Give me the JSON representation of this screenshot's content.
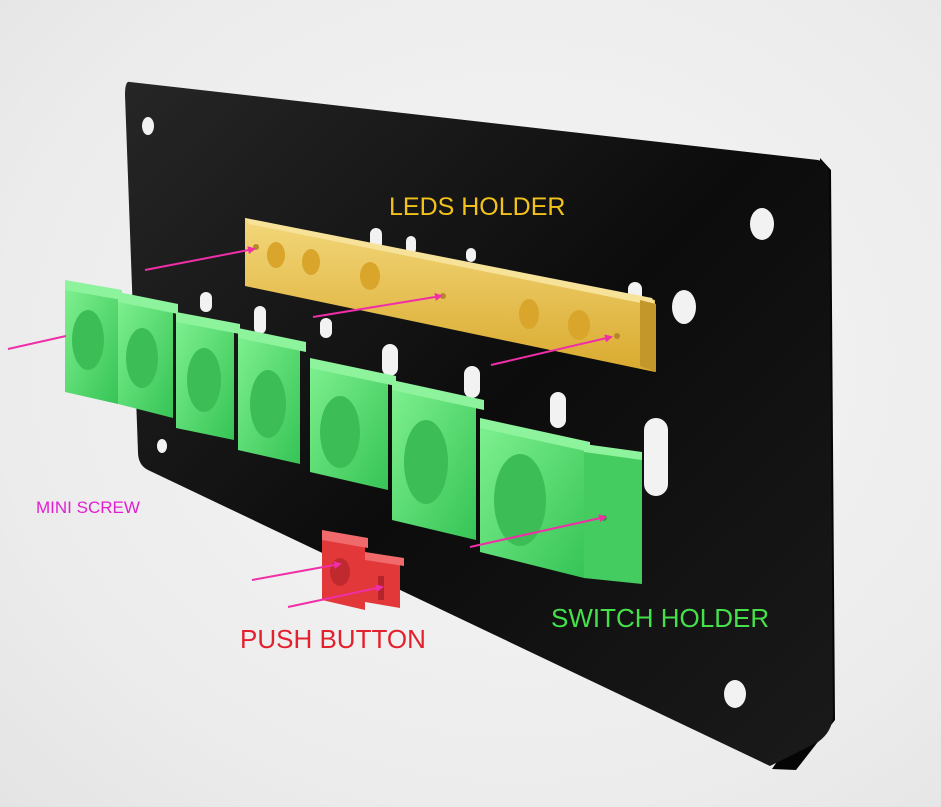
{
  "labels": {
    "leds_holder": "LEDS HOLDER",
    "mini_screw": "MINI SCREW",
    "push_button": "PUSH BUTTON",
    "switch_holder": "SWITCH HOLDER"
  },
  "colors": {
    "leds_label": "#f2c21b",
    "mini_screw_label": "#e01fd0",
    "push_button_label": "#e3202e",
    "switch_label": "#45e04a",
    "arrow": "#ef2ea8",
    "plate": "#111111",
    "leds_part": "#e8c24a",
    "switch_part": "#4fd968",
    "push_part": "#e2383a"
  }
}
